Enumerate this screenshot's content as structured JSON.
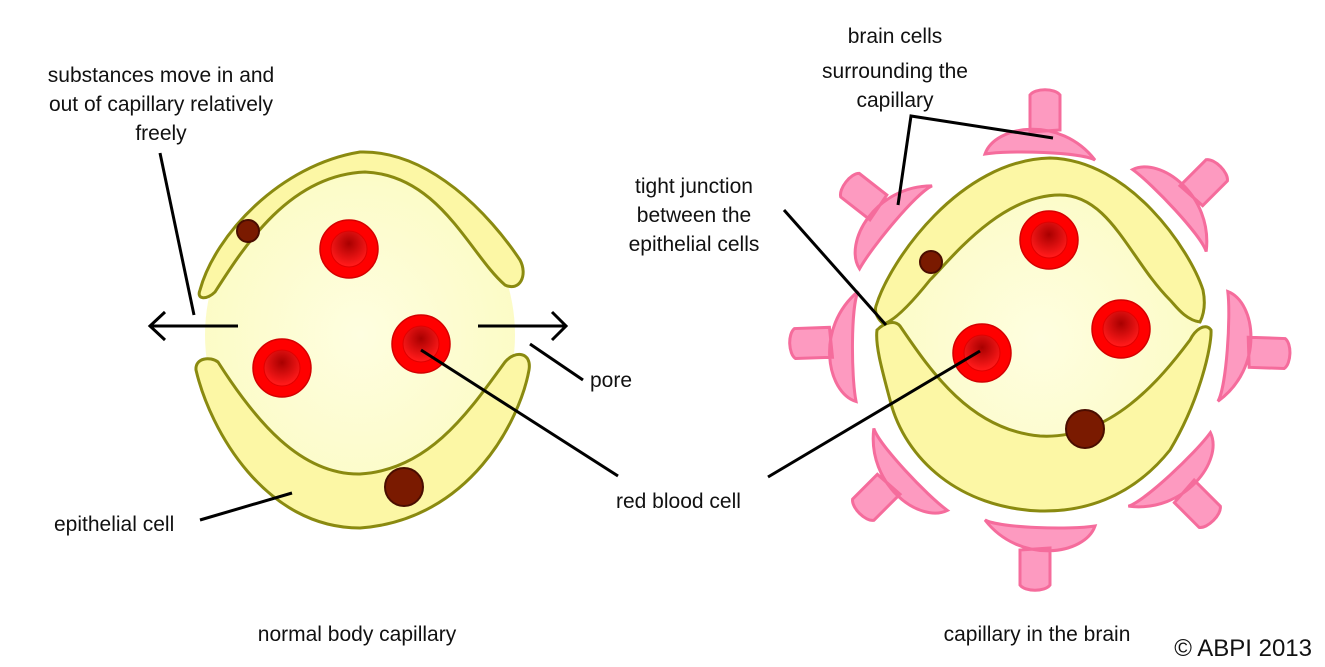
{
  "colors": {
    "lumen": "#fdfccc",
    "epithelial_fill": "#fcf7a5",
    "epithelial_stroke": "#8a8a10",
    "rbc_outer": "#ff0000",
    "rbc_inner": "#c80000",
    "nucleus": "#7a1a00",
    "brain_cell_fill": "#fd9ac0",
    "brain_cell_stroke": "#f56c9c",
    "leader_line": "#000000"
  },
  "left_diagram": {
    "caption": "normal body capillary",
    "labels": {
      "substances": [
        "substances move in and",
        "out of capillary relatively",
        "freely"
      ],
      "pore": "pore",
      "epithelial_cell": "epithelial cell"
    }
  },
  "right_diagram": {
    "caption": "capillary in the brain",
    "labels": {
      "brain_cells": [
        "brain cells",
        "surrounding the",
        "capillary"
      ],
      "tight_junction": [
        "tight junction",
        "between the",
        "epithelial cells"
      ]
    }
  },
  "shared_labels": {
    "red_blood_cell": "red blood cell"
  },
  "copyright": "© ABPI 2013"
}
